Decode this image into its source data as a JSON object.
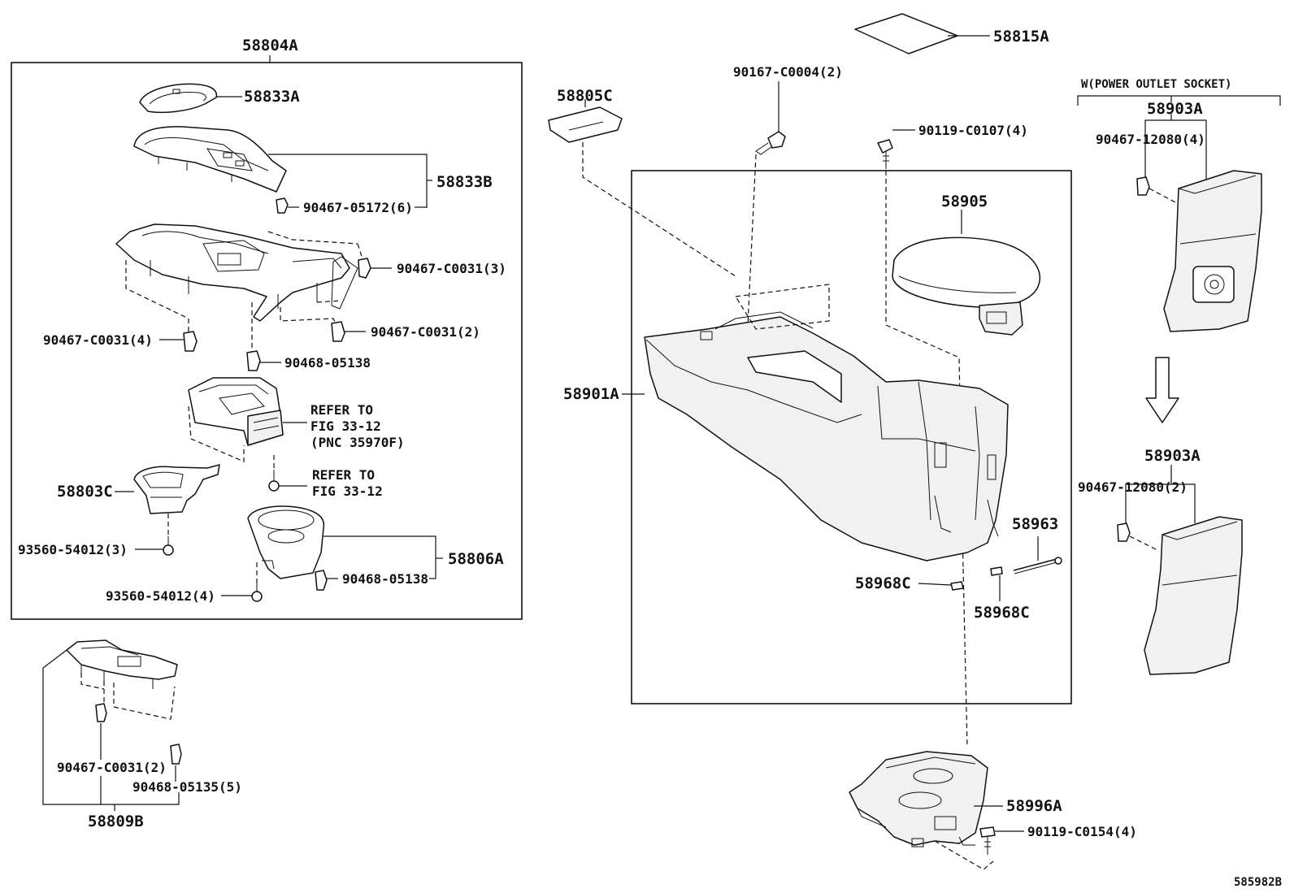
{
  "diagram_id": "585982B",
  "groups": {
    "console_box_assy": "58804A",
    "console_panel_sub": "58809B",
    "power_outlet_note": "W(POWER OUTLET SOCKET)"
  },
  "labels": {
    "p58804A": "58804A",
    "p58833A": "58833A",
    "p58833B": "58833B",
    "p90467_05172": "90467-05172(6)",
    "p90467_C0031_3": "90467-C0031(3)",
    "p90467_C0031_4": "90467-C0031(4)",
    "p90467_C0031_2": "90467-C0031(2)",
    "p90468_05138_a": "90468-05138",
    "refer1_l1": "REFER TO",
    "refer1_l2": "FIG 33-12",
    "refer1_l3": "(PNC 35970F)",
    "refer2_l1": "REFER TO",
    "refer2_l2": "FIG 33-12",
    "p58803C": "58803C",
    "p93560_54012_3": "93560-54012(3)",
    "p58806A": "58806A",
    "p90468_05138_b": "90468-05138",
    "p93560_54012_4": "93560-54012(4)",
    "p58809B": "58809B",
    "p90467_C0031_2b": "90467-C0031(2)",
    "p90468_05135": "90468-05135(5)",
    "p58805C": "58805C",
    "p58815A": "58815A",
    "p90167_C0004": "90167-C0004(2)",
    "p90119_C0107": "90119-C0107(4)",
    "p58905": "58905",
    "p58901A": "58901A",
    "p58963": "58963",
    "p58968C_a": "58968C",
    "p58968C_b": "58968C",
    "p58996A": "58996A",
    "p90119_C0154": "90119-C0154(4)",
    "p58903A_a": "58903A",
    "p90467_12080_4": "90467-12080(4)",
    "p58903A_b": "58903A",
    "p90467_12080_2": "90467-12080(2)",
    "footer": "585982B"
  }
}
